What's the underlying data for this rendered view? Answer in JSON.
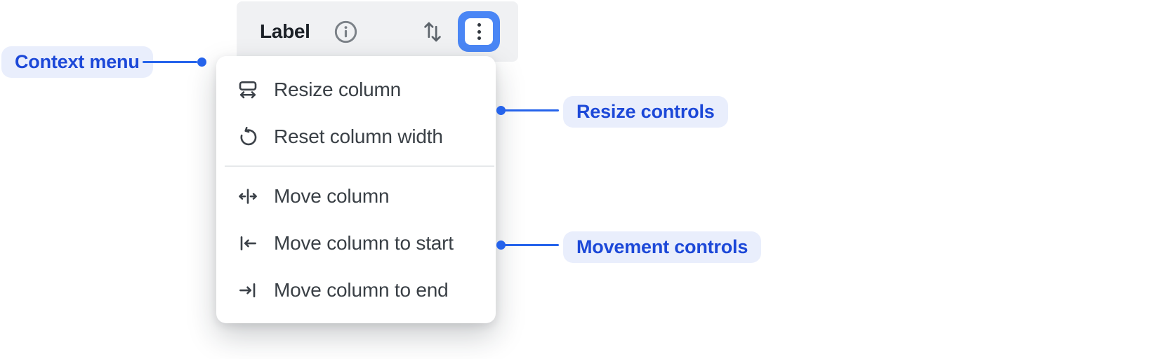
{
  "colors": {
    "accent_blue": "#2563eb",
    "annotation_text_blue": "#1c48d8",
    "annotation_badge_bg": "#e9eefc",
    "focus_ring_blue": "#4a86f5",
    "header_bg": "#f0f1f3",
    "menu_bg": "#ffffff",
    "menu_text": "#3a4046",
    "icon_gray": "#5d646b"
  },
  "column_header": {
    "label": "Label",
    "info_icon": "info-icon",
    "sort_icon": "sort-arrows-icon",
    "menu_button_icon": "kebab-menu-icon"
  },
  "context_menu": {
    "resize_items": [
      {
        "icon": "resize-column-icon",
        "label": "Resize column"
      },
      {
        "icon": "reset-column-width-icon",
        "label": "Reset column width"
      }
    ],
    "movement_items": [
      {
        "icon": "move-column-icon",
        "label": "Move column"
      },
      {
        "icon": "move-column-start-icon",
        "label": "Move column to start"
      },
      {
        "icon": "move-column-end-icon",
        "label": "Move column to end"
      }
    ]
  },
  "annotations": {
    "context_menu": "Context menu",
    "resize_controls": "Resize controls",
    "movement_controls": "Movement controls"
  }
}
